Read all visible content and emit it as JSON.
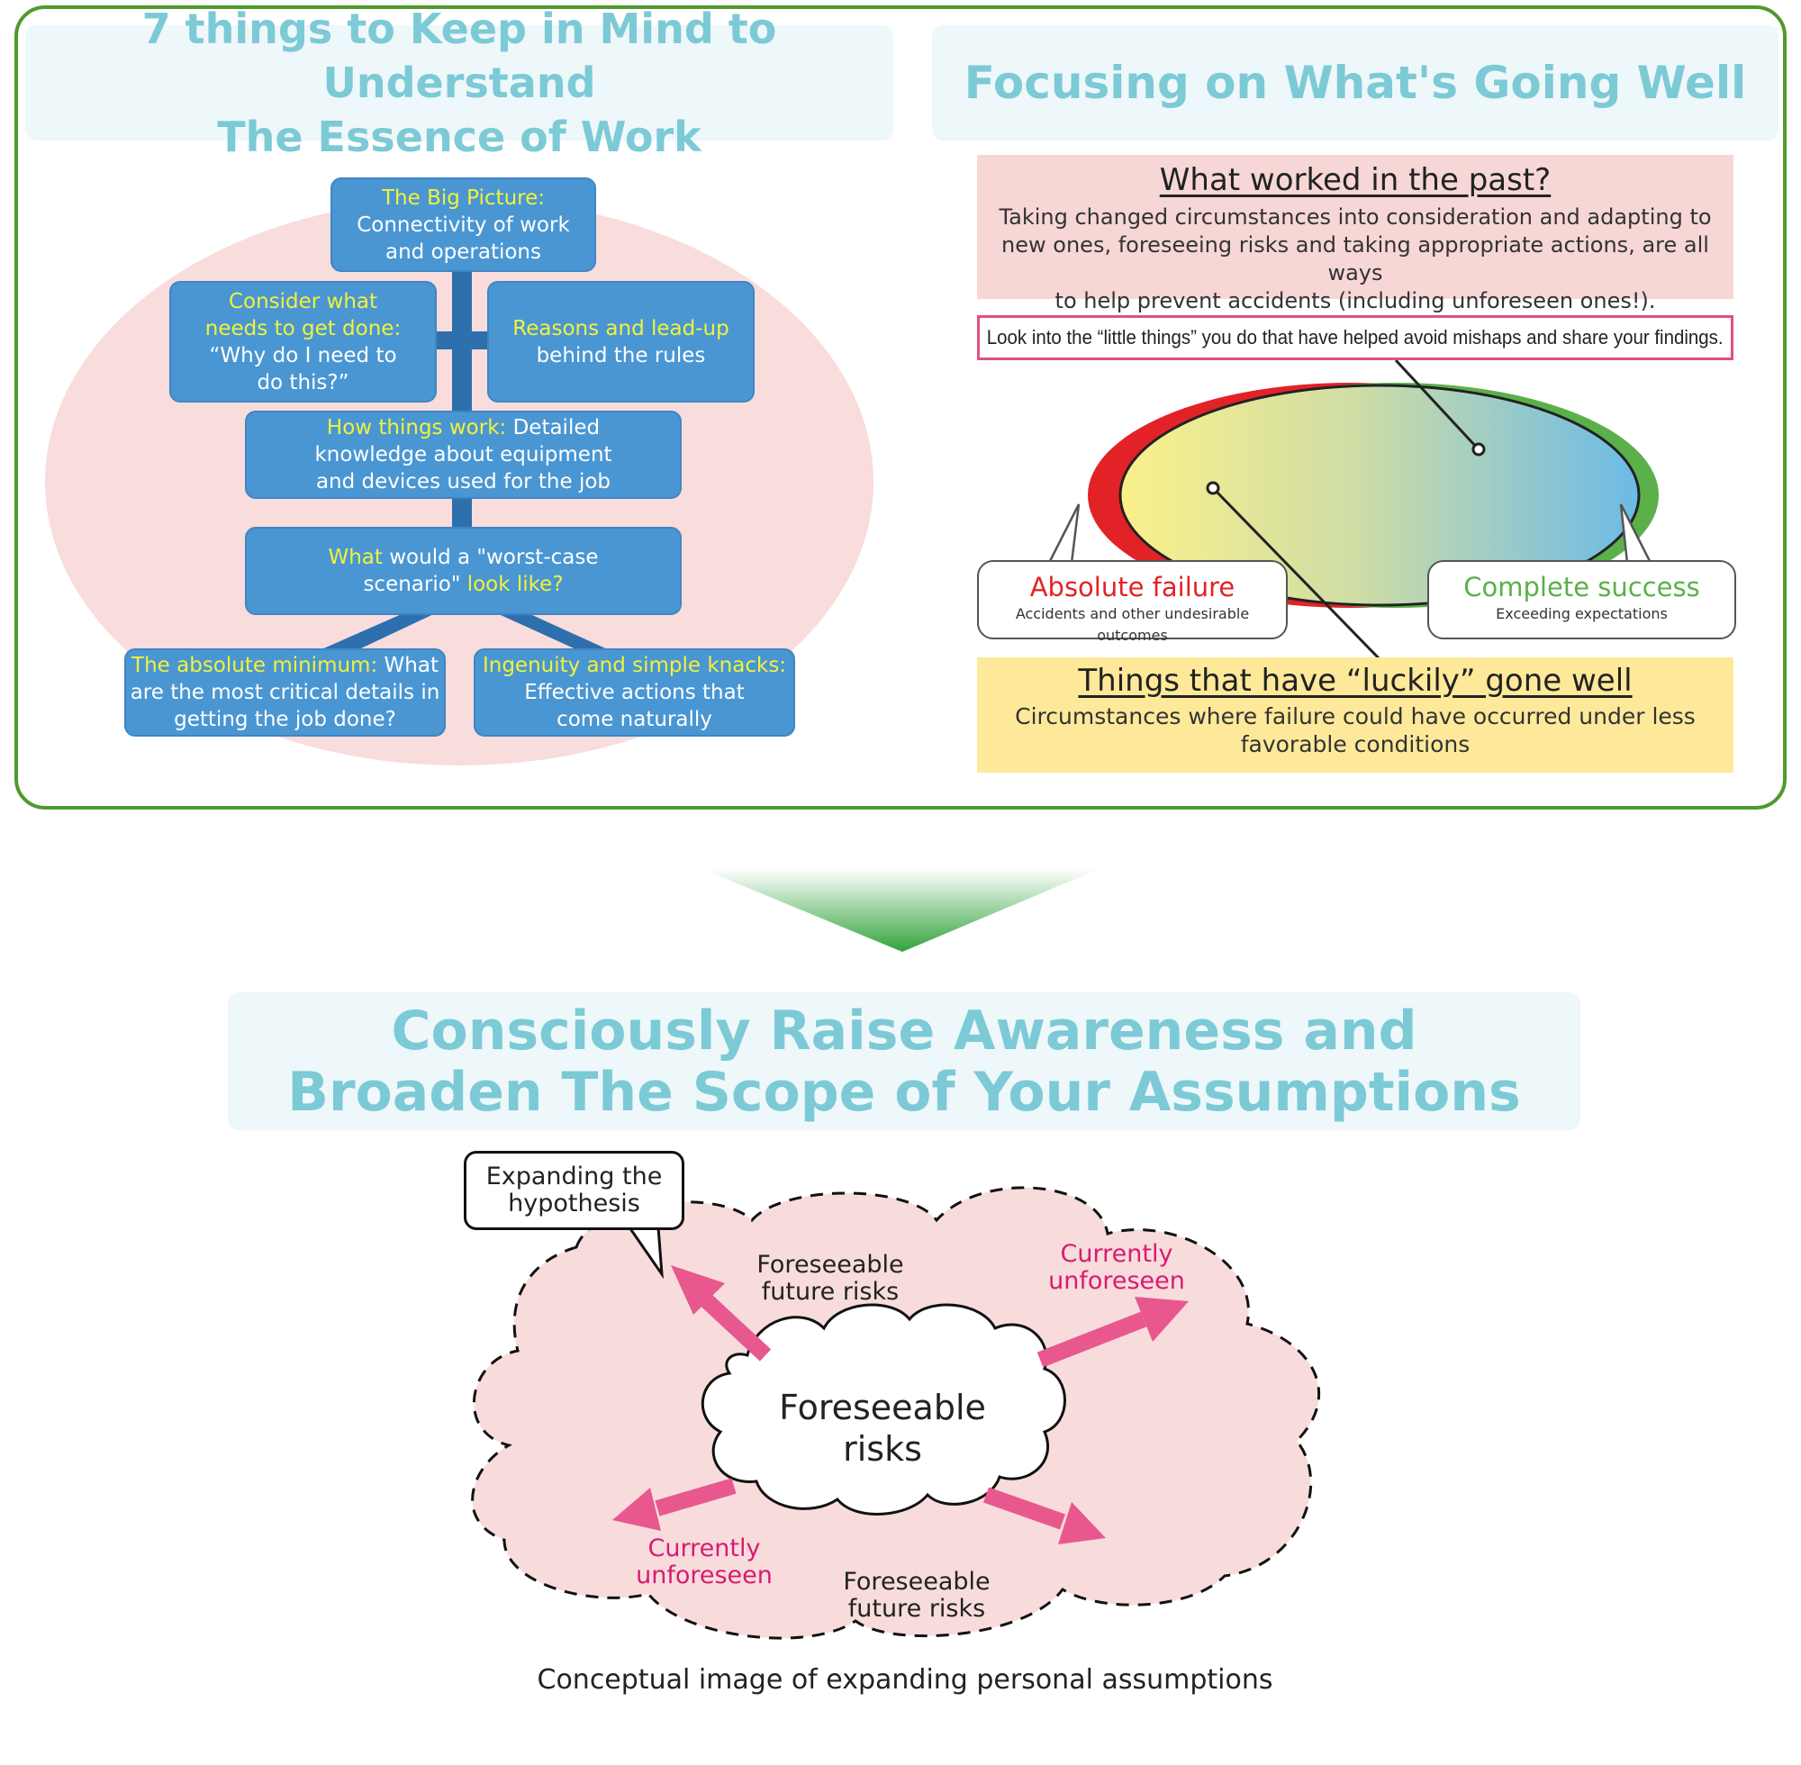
{
  "left_panel": {
    "title": [
      "7 things to Keep in Mind to Understand",
      "The Essence of Work"
    ],
    "boxes": {
      "big_picture": {
        "highlight": "The Big Picture:",
        "lines": [
          "Connectivity of work",
          "and operations"
        ]
      },
      "consider": {
        "highlight_lines": [
          "Consider what",
          "needs to get done:"
        ],
        "lines": [
          "“Why do I need to",
          "do this?”"
        ]
      },
      "reasons": {
        "highlight_lines": [
          "Reasons and lead-up"
        ],
        "lines": [
          "behind the rules"
        ]
      },
      "how_things": {
        "highlight": "How things work:",
        "line1_rest": " Detailed",
        "lines": [
          "knowledge about equipment",
          "and devices used for the job"
        ]
      },
      "worst_case": {
        "h1": "What",
        "t1": " would a \"worst-case",
        "t2": "scenario\" ",
        "h2": "look like?"
      },
      "minimum": {
        "highlight": "The absolute minimum:",
        "line1_rest": " What",
        "lines": [
          "are the most critical details in",
          "getting the job done?"
        ]
      },
      "ingenuity": {
        "highlight_lines": [
          "Ingenuity and simple knacks:"
        ],
        "lines": [
          "Effective actions that",
          "come naturally"
        ]
      }
    }
  },
  "right_panel": {
    "title": "Focusing on What's Going Well",
    "past": {
      "heading": "What worked in the past?",
      "lines": [
        "Taking changed circumstances into consideration and adapting to",
        "new ones, foreseeing risks and taking appropriate actions, are all ways",
        "to help prevent accidents (including unforeseen ones!)."
      ]
    },
    "look_into": "Look into the “little things” you do that have helped avoid mishaps and share your findings.",
    "failure": {
      "title": "Absolute failure",
      "sub": "Accidents and other undesirable outcomes"
    },
    "success": {
      "title": "Complete success",
      "sub": "Exceeding expectations"
    },
    "lucky": {
      "heading": "Things that have “luckily” gone well",
      "lines": [
        "Circumstances where failure could have occurred under less",
        "favorable conditions"
      ]
    }
  },
  "bottom": {
    "title": [
      "Consciously Raise Awareness and",
      "Broaden The Scope of Your Assumptions"
    ],
    "callout": [
      "Expanding the",
      "hypothesis"
    ],
    "center": [
      "Foreseeable",
      "risks"
    ],
    "future_top": [
      "Foreseeable",
      "future risks"
    ],
    "unforeseen_right": [
      "Currently",
      "unforeseen"
    ],
    "unforeseen_left": [
      "Currently",
      "unforeseen"
    ],
    "future_bottom": [
      "Foreseeable",
      "future risks"
    ],
    "caption": "Conceptual image of expanding personal assumptions"
  },
  "colors": {
    "frame_green": "#4f9a2d",
    "title_teal": "#7ccad5",
    "box_blue": "#4a96d3",
    "highlight_yellow": "#f2f23a",
    "failure_red": "#e32227",
    "success_green": "#5bb04a",
    "arrow_pink": "#e8588f",
    "cloud_pink": "#f8dcdc"
  }
}
